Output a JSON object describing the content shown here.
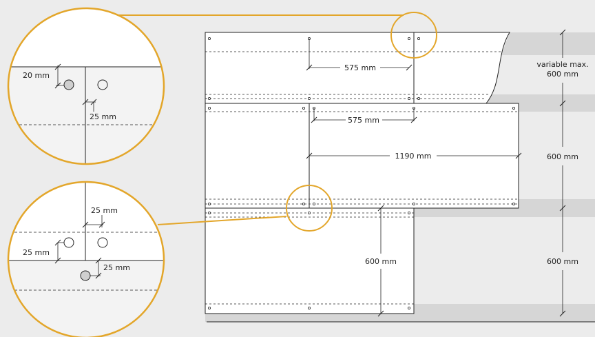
{
  "colors": {
    "background": "#ececec",
    "panel": "#ffffff",
    "band": "#d6d6d6",
    "accent": "#e3a62a",
    "line": "#222222"
  },
  "dimensions": {
    "top_575": "575 mm",
    "mid_575": "575 mm",
    "width_1190": "1190 mm",
    "bottom_600": "600 mm",
    "right_variable_line1": "variable max.",
    "right_variable_line2": "600 mm",
    "right_600_a": "600 mm",
    "right_600_b": "600 mm"
  },
  "detail_top": {
    "offset_20": "20 mm",
    "offset_25": "25 mm"
  },
  "detail_bottom": {
    "offset_25_top": "25 mm",
    "offset_25_left": "25 mm",
    "offset_25_bottom": "25 mm"
  }
}
